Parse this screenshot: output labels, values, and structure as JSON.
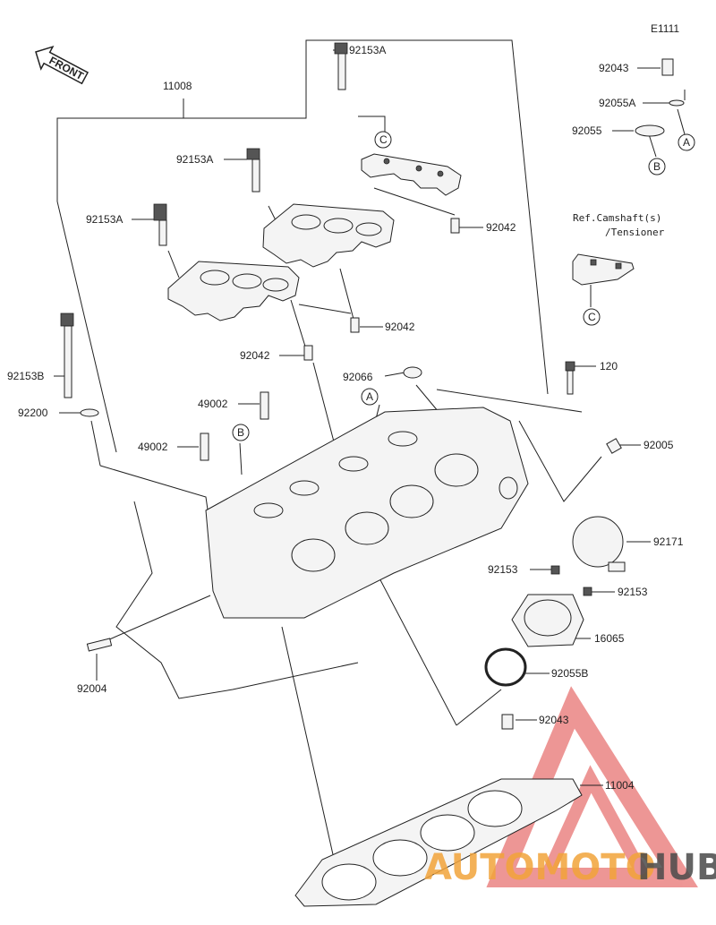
{
  "code": "E1111",
  "front_label": "FRONT",
  "ref_note": [
    "Ref.Camshaft(s)",
    "/Tensioner"
  ],
  "parts": {
    "p11008": "11008",
    "p92153A_top": "92153A",
    "p92153A_mid": "92153A",
    "p92153A_left": "92153A",
    "p92043_top": "92043",
    "p92055A": "92055A",
    "p92055": "92055",
    "p92042_a": "92042",
    "p92042_b": "92042",
    "p92042_c": "92042",
    "p92153B": "92153B",
    "p92200": "92200",
    "p92066": "92066",
    "p120": "120",
    "p49002_a": "49002",
    "p49002_b": "49002",
    "p92005": "92005",
    "p92171": "92171",
    "p92153_a": "92153",
    "p92153_b": "92153",
    "p16065": "16065",
    "p92055B": "92055B",
    "p92004": "92004",
    "p92043_bottom": "92043",
    "p11004": "11004"
  },
  "callouts": {
    "a1": "A",
    "a2": "A",
    "b1": "B",
    "b2": "B",
    "c1": "C",
    "c2": "C"
  },
  "watermark": {
    "part1": "AUTOMOTO",
    "part2": "HUB",
    "color1": "#f2a43a",
    "color2": "#4a4a4a",
    "logo_color": "#e0413f"
  }
}
